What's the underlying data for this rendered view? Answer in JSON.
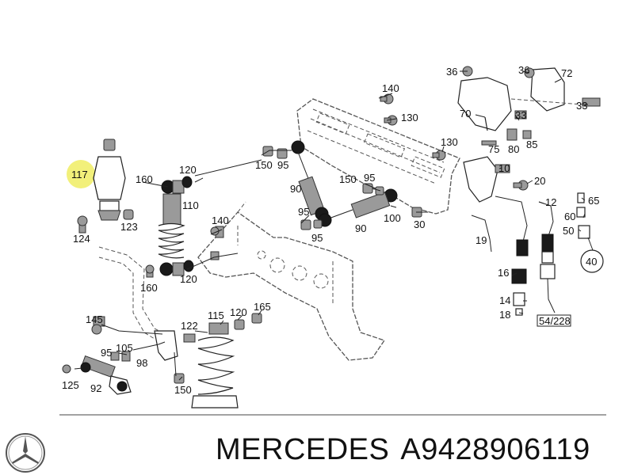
{
  "diagram": {
    "highlight_color": "#f2f07a",
    "labels": {
      "l117": "117",
      "l124": "124",
      "l123": "123",
      "l160a": "160",
      "l120a": "120",
      "l110": "110",
      "l140a": "140",
      "l120b": "120",
      "l160b": "160",
      "l150a": "150",
      "l95a": "95",
      "l90a": "90",
      "l140b": "140",
      "l130a": "130",
      "l150b": "150",
      "l95b": "95",
      "l100": "100",
      "l95c": "95",
      "l95d": "95",
      "l90b": "90",
      "l130b": "130",
      "l30": "30",
      "l36a": "36",
      "l36b": "36",
      "l72": "72",
      "l33a": "33",
      "l70": "70",
      "l33b": "33",
      "l75": "75",
      "l80": "80",
      "l85": "85",
      "l10": "10",
      "l20": "20",
      "l12": "12",
      "l19": "19",
      "l65": "65",
      "l60": "60",
      "l50": "50",
      "l40": "40",
      "l16": "16",
      "l14": "14",
      "l18": "18",
      "l54": "54/228",
      "l145": "145",
      "l95e": "95",
      "l105": "105",
      "l98": "98",
      "l125": "125",
      "l92": "92",
      "l122": "122",
      "l115": "115",
      "l120c": "120",
      "l165": "165",
      "l150c": "150"
    }
  },
  "footer": {
    "brand": "MERCEDES",
    "part_number": "A9428906119",
    "logo_icon": "mercedes-star-icon"
  }
}
